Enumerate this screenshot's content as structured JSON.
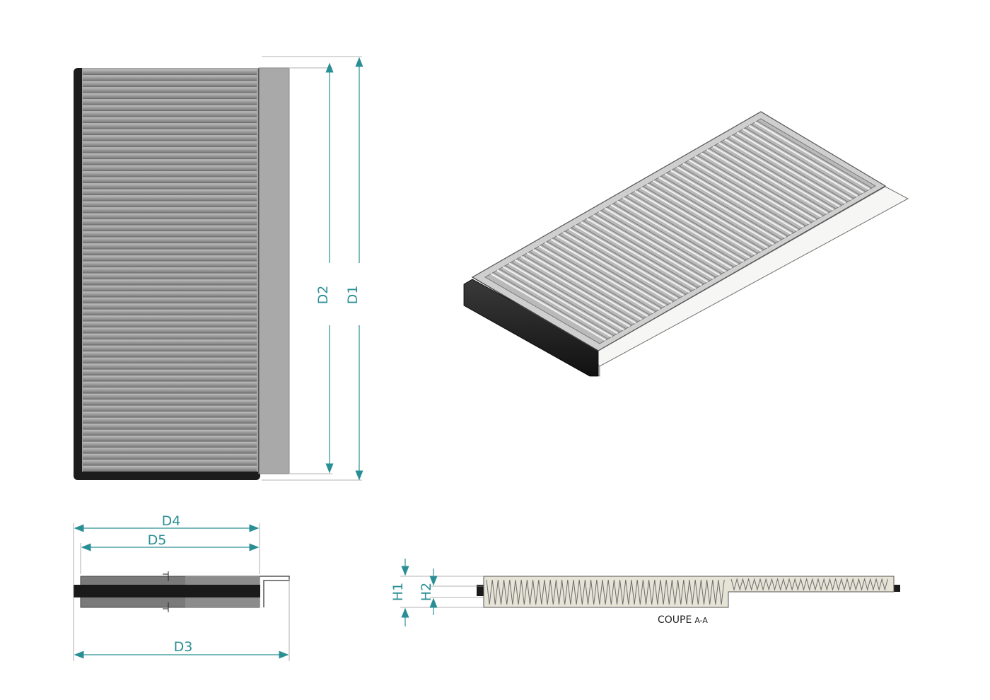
{
  "dimensions": {
    "d1": "D1",
    "d2": "D2",
    "d3": "D3",
    "d4": "D4",
    "d5": "D5",
    "h1": "H1",
    "h2": "H2"
  },
  "section": {
    "title": "COUPE",
    "sub": "A-A"
  },
  "colors": {
    "dimension": "#2a8f95",
    "pleat": "#9a9a9a",
    "seal": "#1e1e1e",
    "frame": "#a8a8a8",
    "media": "#e6e4d6"
  }
}
